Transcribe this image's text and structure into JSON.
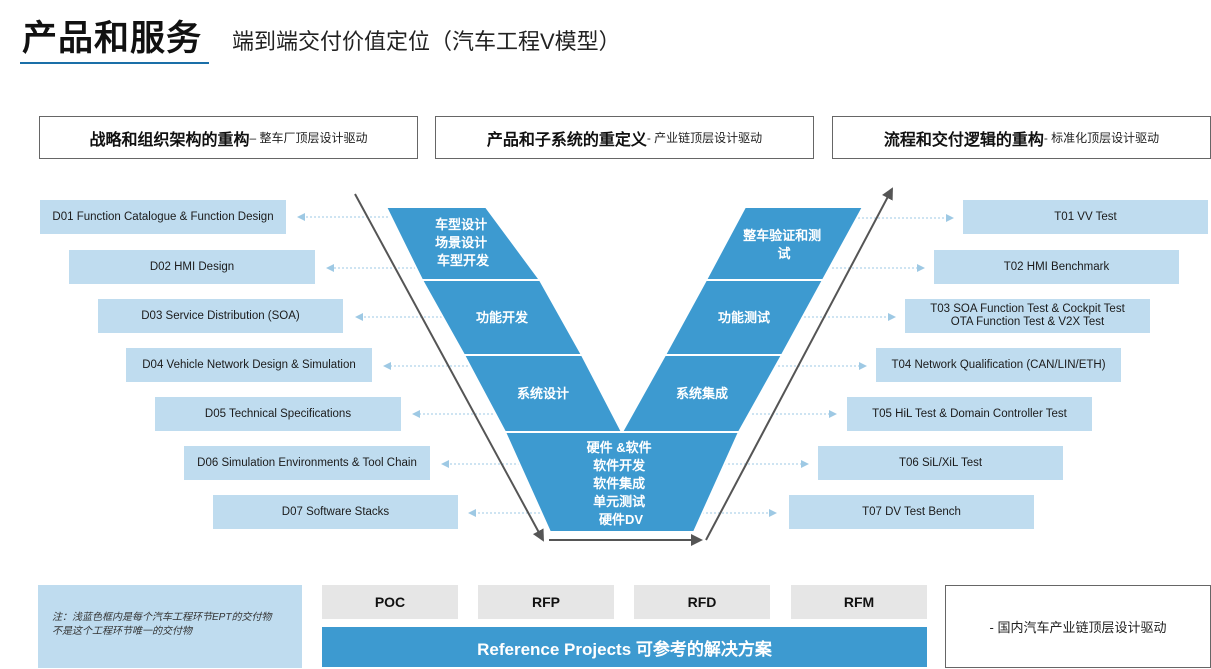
{
  "title": "产品和服务",
  "subtitle": "端到端交付价值定位（汽车工程V模型）",
  "headers": [
    {
      "bold": "战略和组织架构的重构",
      "sub": " – 整车厂顶层设计驱动"
    },
    {
      "bold": "产品和子系统的重定义",
      "sub": "- 产业链顶层设计驱动"
    },
    {
      "bold": "流程和交付逻辑的重构",
      "sub": "- 标准化顶层设计驱动"
    }
  ],
  "left_items": [
    "D01 Function Catalogue & Function Design",
    "D02 HMI Design",
    "D03 Service Distribution (SOA)",
    "D04 Vehicle Network Design & Simulation",
    "D05 Technical Specifications",
    "D06 Simulation Environments & Tool Chain",
    "D07 Software Stacks"
  ],
  "right_items": [
    "T01 VV Test",
    "T02 HMI Benchmark",
    "T03 SOA Function Test & Cockpit Test\nOTA Function Test & V2X Test",
    "T04 Network Qualification (CAN/LIN/ETH)",
    "T05 HiL Test & Domain Controller Test",
    "T06 SiL/XiL Test",
    "T07 DV Test Bench"
  ],
  "v_left": [
    [
      "车型设计",
      "场景设计",
      "车型开发"
    ],
    [
      "功能开发"
    ],
    [
      "系统设计"
    ]
  ],
  "v_right": [
    [
      "整车验证和测",
      "试"
    ],
    [
      "功能测试"
    ],
    [
      "系统集成"
    ]
  ],
  "v_bottom": [
    "硬件 &软件",
    "软件开发",
    "软件集成",
    "单元测试",
    "硬件DV"
  ],
  "note": [
    "注：浅蓝色框内是每个汽车工程环节EPT的交付物",
    "不是这个工程环节唯一的交付物"
  ],
  "tabs": [
    "POC",
    "RFP",
    "RFD",
    "RFM"
  ],
  "reference_bar": "Reference Projects 可参考的解决方案",
  "right_box": "- 国内汽车产业链顶层设计驱动",
  "colors": {
    "v_blue": "#3d9ad0",
    "box_blue": "#bfdcef",
    "accent": "#1a6fa8"
  }
}
